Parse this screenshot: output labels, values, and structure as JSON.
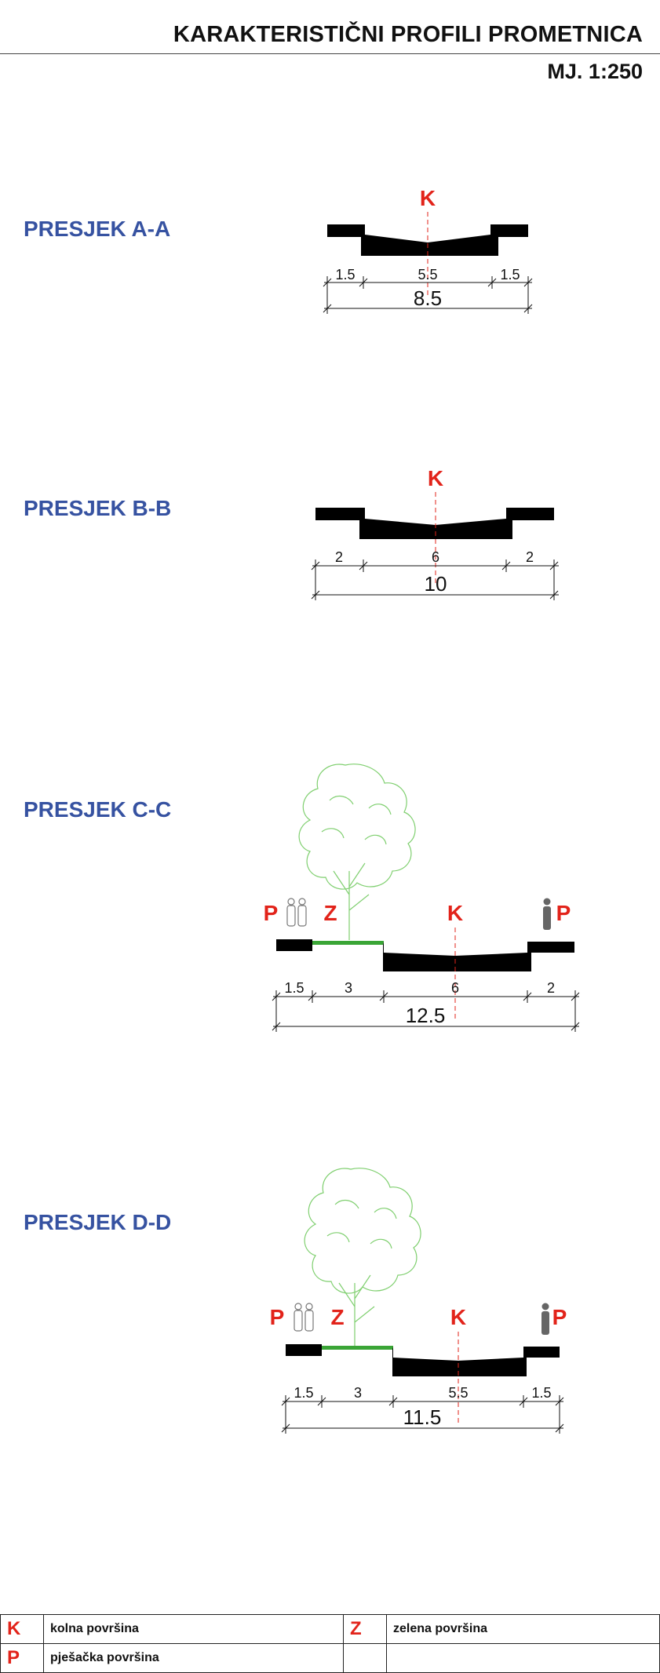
{
  "header": {
    "title": "KARAKTERISTIČNI PROFILI PROMETNICA",
    "scale": "MJ. 1:250"
  },
  "sections": [
    {
      "title": "PRESJEK A-A",
      "labels": {
        "center": "K"
      },
      "dims": [
        "1.5",
        "5.5",
        "1.5"
      ],
      "total": "8.5"
    },
    {
      "title": "PRESJEK B-B",
      "labels": {
        "center": "K"
      },
      "dims": [
        "2",
        "6",
        "2"
      ],
      "total": "10"
    },
    {
      "title": "PRESJEK C-C",
      "labels": {
        "left": "P",
        "green": "Z",
        "center": "K",
        "right": "P"
      },
      "dims": [
        "1.5",
        "3",
        "6",
        "2"
      ],
      "total": "12.5"
    },
    {
      "title": "PRESJEK D-D",
      "labels": {
        "left": "P",
        "green": "Z",
        "center": "K",
        "right": "P"
      },
      "dims": [
        "1.5",
        "3",
        "5.5",
        "1.5"
      ],
      "total": "11.5"
    }
  ],
  "legend": [
    {
      "code": "K",
      "label": "kolna površina"
    },
    {
      "code": "Z",
      "label": "zelena površina"
    },
    {
      "code": "P",
      "label": "pješačka površina"
    }
  ],
  "colors": {
    "road": "#000000",
    "green_strip": "#3aa536",
    "tree": "#7fcf6f",
    "label_red": "#e2231a",
    "title_blue": "#3652a1"
  },
  "icons": [
    "tree-icon",
    "pedestrian-pair-icon",
    "pedestrian-icon"
  ]
}
